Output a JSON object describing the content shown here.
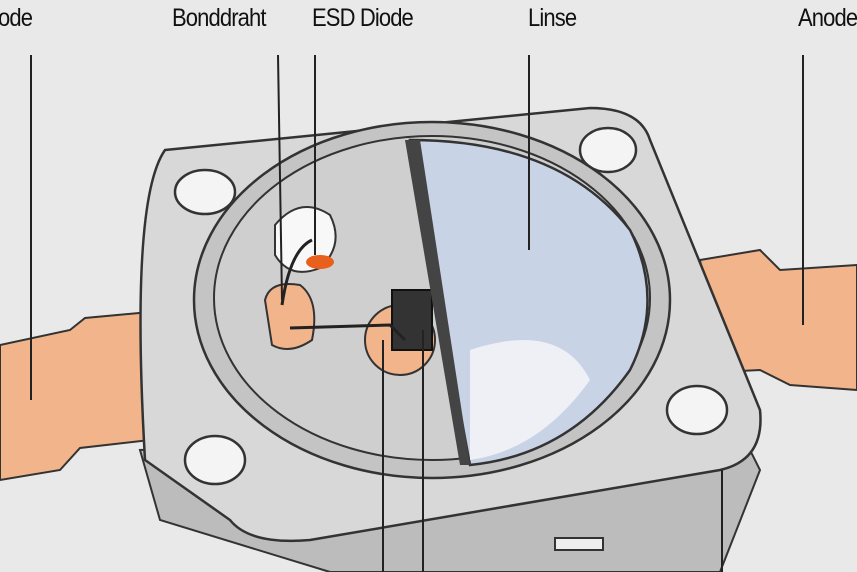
{
  "labels": {
    "kathode": "ode",
    "bonddraht": "Bonddraht",
    "esd_diode": "ESD Diode",
    "linse": "Linse",
    "anode": "Anode"
  },
  "colors": {
    "background": "#e9e9e9",
    "copper": "#f2b48a",
    "housing": "#d6d6d6",
    "lens": "#c9d3e6"
  }
}
